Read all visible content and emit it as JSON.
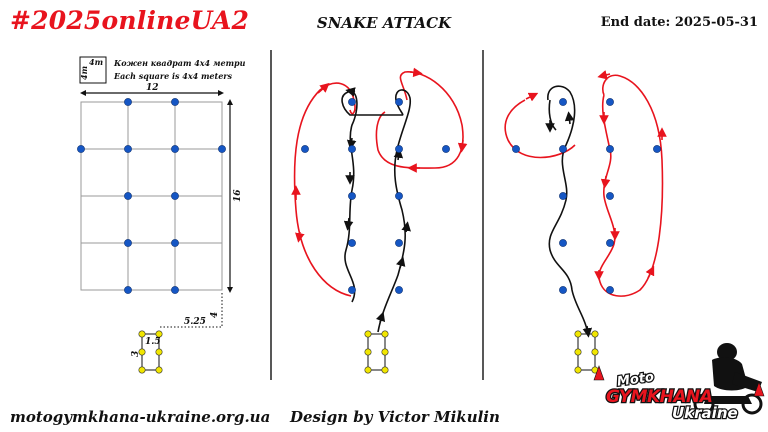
{
  "header": {
    "tag": "#2025onlineUA2",
    "title": "SNAKE ATTACK",
    "end_date": "End date: 2025-05-31"
  },
  "legend": {
    "square_size": "4m",
    "note_ua": "Кожен квадрат 4x4 метри",
    "note_en": "Each square is 4x4 meters"
  },
  "dimensions": {
    "width": "12",
    "height": "16",
    "offset_vertical": "4",
    "offset_horizontal": "5.25",
    "box_width": "1.5",
    "box_height": "3"
  },
  "footer": {
    "website": "motogymkhana-ukraine.org.ua",
    "designer": "Design by Victor Mikulin"
  },
  "logo": {
    "line1": "Moto",
    "line2": "GYMKHANA",
    "line3": "Ukraine"
  },
  "colors": {
    "cone": "#1556c4",
    "start_marker": "#f1e600",
    "path_black": "#111111",
    "path_red": "#e8141e",
    "brand_red": "#e8141e"
  }
}
